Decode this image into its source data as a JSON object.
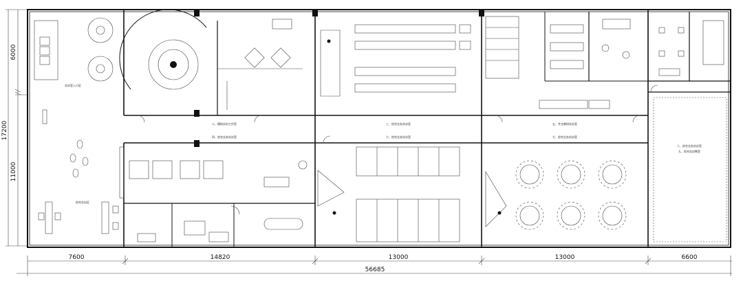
{
  "dimensions": {
    "left_total": "17200",
    "left_upper": "6000",
    "left_lower": "11000",
    "bottom_total": "56685",
    "bays": [
      "7600",
      "14820",
      "13000",
      "13000",
      "6600"
    ]
  },
  "rooms": {
    "zone_a_top": "实训室入口区",
    "zone_a_bottom": "综合实训区",
    "sim_room": "二、模拟实训工作室",
    "comp_room_1": "三、综合业务实训室",
    "comp_room_2": "四、综合业务实训室",
    "top_right_room": "五、专业教研实训室",
    "mid_room_1": "六、综合业务实训室",
    "mid_room_2": "七、综合业务实训室",
    "mid_room_3": "八、综合业务实训室",
    "right_big_room": "九、综合实训教室"
  },
  "colors": {
    "line": "#111111",
    "fill": "#ffffff"
  }
}
